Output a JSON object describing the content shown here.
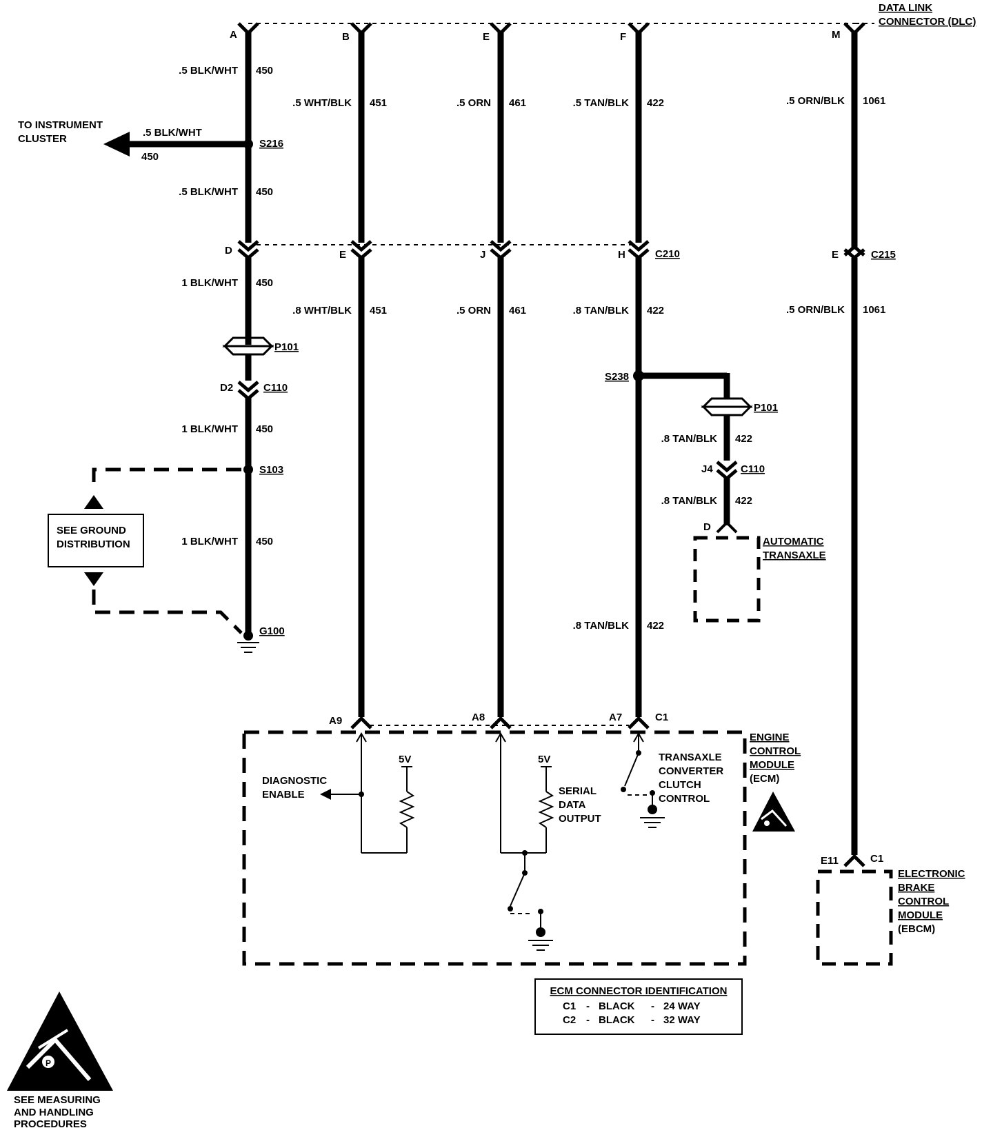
{
  "dlc": {
    "label_line1": "DATA LINK",
    "label_line2": "CONNECTOR (DLC)"
  },
  "top_pins": [
    "A",
    "B",
    "E",
    "F",
    "M"
  ],
  "wire_450": {
    "seg1": {
      "gauge": ".5 BLK/WHT",
      "circuit": "450"
    },
    "s216": "S216",
    "branch": {
      "gauge": ".5 BLK/WHT",
      "circuit": "450",
      "to_line1": "TO INSTRUMENT",
      "to_line2": "CLUSTER"
    },
    "seg2": {
      "gauge": ".5 BLK/WHT",
      "circuit": "450"
    },
    "pin_d": "D",
    "seg3": {
      "gauge": "1 BLK/WHT",
      "circuit": "450"
    },
    "p101": "P101",
    "pin_d2": "D2",
    "c110": "C110",
    "seg4": {
      "gauge": "1 BLK/WHT",
      "circuit": "450"
    },
    "s103": "S103",
    "seg5": {
      "gauge": "1 BLK/WHT",
      "circuit": "450"
    },
    "g100": "G100"
  },
  "ground_box": {
    "line1": "SEE GROUND",
    "line2": "DISTRIBUTION"
  },
  "wire_451": {
    "seg1": {
      "gauge": ".5 WHT/BLK",
      "circuit": "451"
    },
    "pin_mid": "E",
    "seg2": {
      "gauge": ".8 WHT/BLK",
      "circuit": "451"
    },
    "ecm_pin": "A9"
  },
  "wire_461": {
    "seg1": {
      "gauge": ".5 ORN",
      "circuit": "461"
    },
    "pin_mid": "J",
    "seg2": {
      "gauge": ".5 ORN",
      "circuit": "461"
    },
    "ecm_pin": "A8"
  },
  "wire_422": {
    "seg1": {
      "gauge": ".5 TAN/BLK",
      "circuit": "422"
    },
    "pin_mid": "H",
    "c210": "C210",
    "seg2": {
      "gauge": ".8 TAN/BLK",
      "circuit": "422"
    },
    "s238": "S238",
    "seg3": {
      "gauge": ".8 TAN/BLK",
      "circuit": "422"
    },
    "ecm_pin": "A7",
    "ecm_conn": "C1"
  },
  "branch_422": {
    "p101": "P101",
    "seg1": {
      "gauge": ".8 TAN/BLK",
      "circuit": "422"
    },
    "pin_j4": "J4",
    "c110": "C110",
    "seg2": {
      "gauge": ".8 TAN/BLK",
      "circuit": "422"
    },
    "pin_d": "D",
    "module_line1": "AUTOMATIC",
    "module_line2": "TRANSAXLE"
  },
  "wire_1061": {
    "seg1": {
      "gauge": ".5 ORN/BLK",
      "circuit": "1061"
    },
    "pin_mid": "E",
    "c215": "C215",
    "seg2": {
      "gauge": ".5 ORN/BLK",
      "circuit": "1061"
    },
    "ebcm_pin": "E11",
    "ebcm_conn": "C1"
  },
  "ecm": {
    "label": [
      "ENGINE",
      "CONTROL",
      "MODULE",
      "(ECM)"
    ],
    "diag_enable": [
      "DIAGNOSTIC",
      "ENABLE"
    ],
    "serial_data": [
      "SERIAL",
      "DATA",
      "OUTPUT"
    ],
    "tcc": [
      "TRANSAXLE",
      "CONVERTER",
      "CLUTCH",
      "CONTROL"
    ],
    "v1": "5V",
    "v2": "5V"
  },
  "ebcm": {
    "label": [
      "ELECTRONIC",
      "BRAKE",
      "CONTROL",
      "MODULE",
      "(EBCM)"
    ]
  },
  "connector_id": {
    "title": "ECM CONNECTOR IDENTIFICATION",
    "rows": [
      {
        "conn": "C1",
        "dash1": "-",
        "color": "BLACK",
        "dash2": "-",
        "ways": "24 WAY"
      },
      {
        "conn": "C2",
        "dash1": "-",
        "color": "BLACK",
        "dash2": "-",
        "ways": "32 WAY"
      }
    ]
  },
  "esd_note": [
    "SEE MEASURING",
    "AND HANDLING",
    "PROCEDURES"
  ]
}
